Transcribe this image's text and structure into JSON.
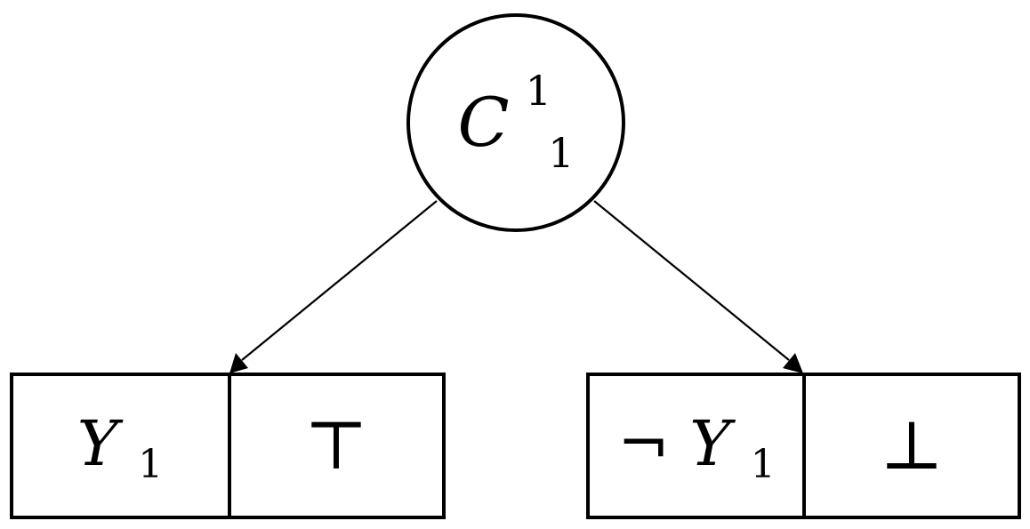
{
  "root": {
    "symbol": "C",
    "superscript": "1",
    "subscript": "1"
  },
  "left": {
    "literal_negation": "",
    "literal_symbol": "Y",
    "literal_subscript": "1",
    "value": "⊤"
  },
  "right": {
    "literal_negation": "¬",
    "literal_symbol": "Y",
    "literal_subscript": "1",
    "value": "⊥"
  }
}
